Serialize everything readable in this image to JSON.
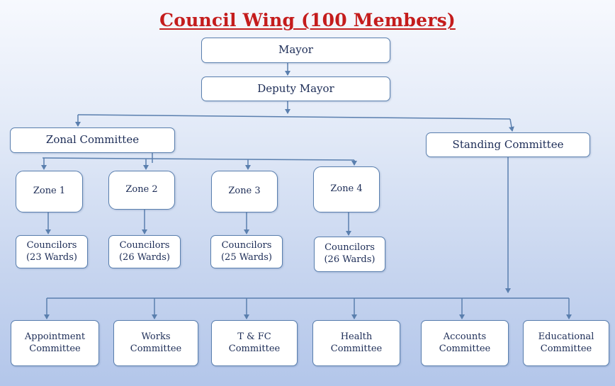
{
  "title": "Council Wing (100 Members)",
  "colors": {
    "title": "#c41c1c",
    "line": "#5a7fae",
    "box_border": "#5a7fae",
    "text": "#1c2c56"
  },
  "nodes": {
    "mayor": "Mayor",
    "deputy_mayor": "Deputy Mayor",
    "zonal_committee": "Zonal Committee",
    "standing_committee": "Standing Committee",
    "zones": [
      "Zone 1",
      "Zone 2",
      "Zone 3",
      "Zone 4"
    ],
    "councilors": [
      "Councilors\n(23 Wards)",
      "Councilors\n(26 Wards)",
      "Councilors\n(25 Wards)",
      "Councilors\n(26 Wards)"
    ],
    "committees": [
      "Appointment\nCommittee",
      "Works\nCommittee",
      "T & FC\nCommittee",
      "Health\nCommittee",
      "Accounts\nCommittee",
      "Educational\nCommittee"
    ]
  }
}
